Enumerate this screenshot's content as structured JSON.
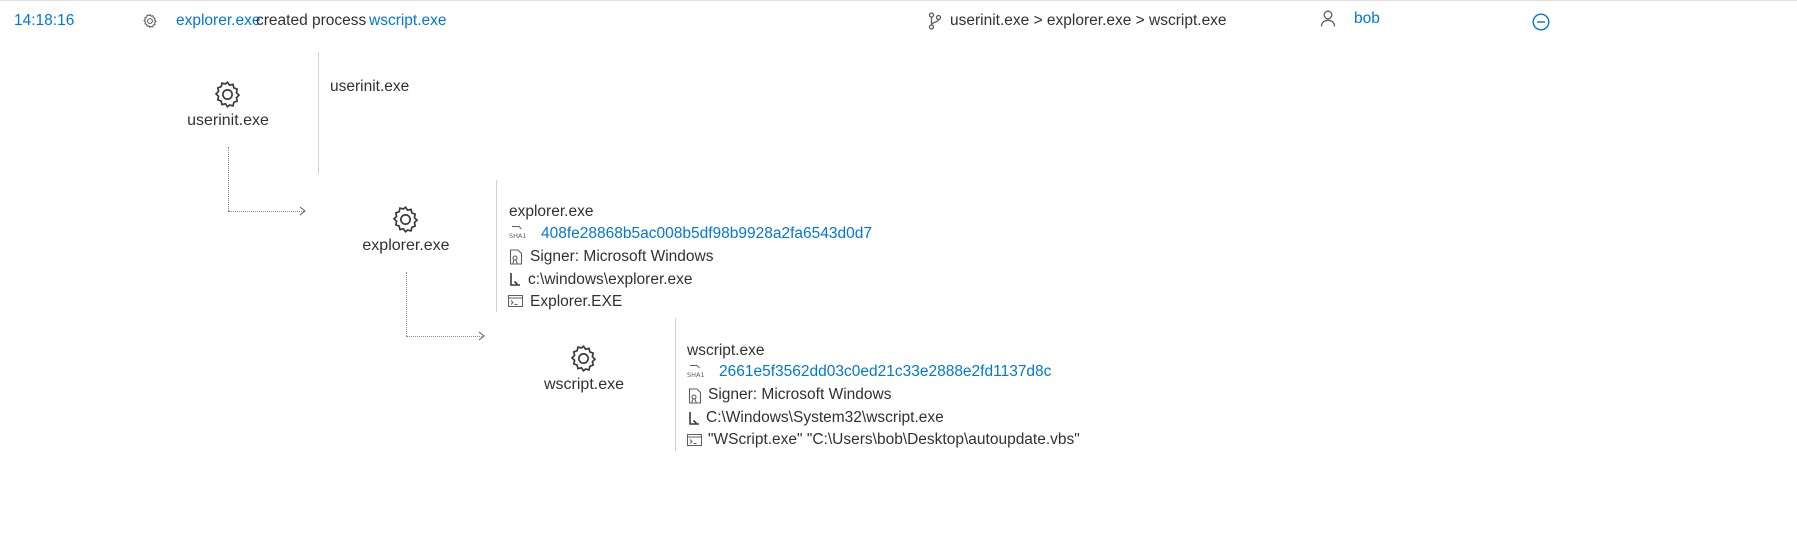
{
  "header": {
    "time": "14:18:16",
    "actor": "explorer.exe",
    "action": "created process",
    "target": "wscript.exe",
    "path_chain": "userinit.exe > explorer.exe > wscript.exe",
    "user": "bob"
  },
  "tree": {
    "nodes": [
      {
        "label": "userinit.exe",
        "details": {
          "name": "userinit.exe"
        }
      },
      {
        "label": "explorer.exe",
        "details": {
          "name": "explorer.exe",
          "sha_icon_text": "SHA1",
          "sha1": "408fe28868b5ac008b5df98b9928a2fa6543d0d7",
          "signer": "Signer: Microsoft Windows",
          "path": "c:\\windows\\explorer.exe",
          "cmdline": "Explorer.EXE"
        }
      },
      {
        "label": "wscript.exe",
        "details": {
          "name": "wscript.exe",
          "sha_icon_text": "SHA1",
          "sha1": "2661e5f3562dd03c0ed21c33e2888e2fd1137d8c",
          "signer": "Signer: Microsoft Windows",
          "path": "C:\\Windows\\System32\\wscript.exe",
          "cmdline": "\"WScript.exe\" \"C:\\Users\\bob\\Desktop\\autoupdate.vbs\""
        }
      }
    ]
  },
  "icons": {
    "header_process": "gear-icon",
    "chain": "branch-icon",
    "user": "person-icon",
    "collapse": "minus-circle-icon",
    "node": "gear-icon",
    "signer": "certificate-icon",
    "path": "folder-path-icon",
    "cmdline": "command-line-icon"
  },
  "colors": {
    "link": "#0078d4",
    "text": "#323130",
    "divider": "#d2d0ce"
  }
}
